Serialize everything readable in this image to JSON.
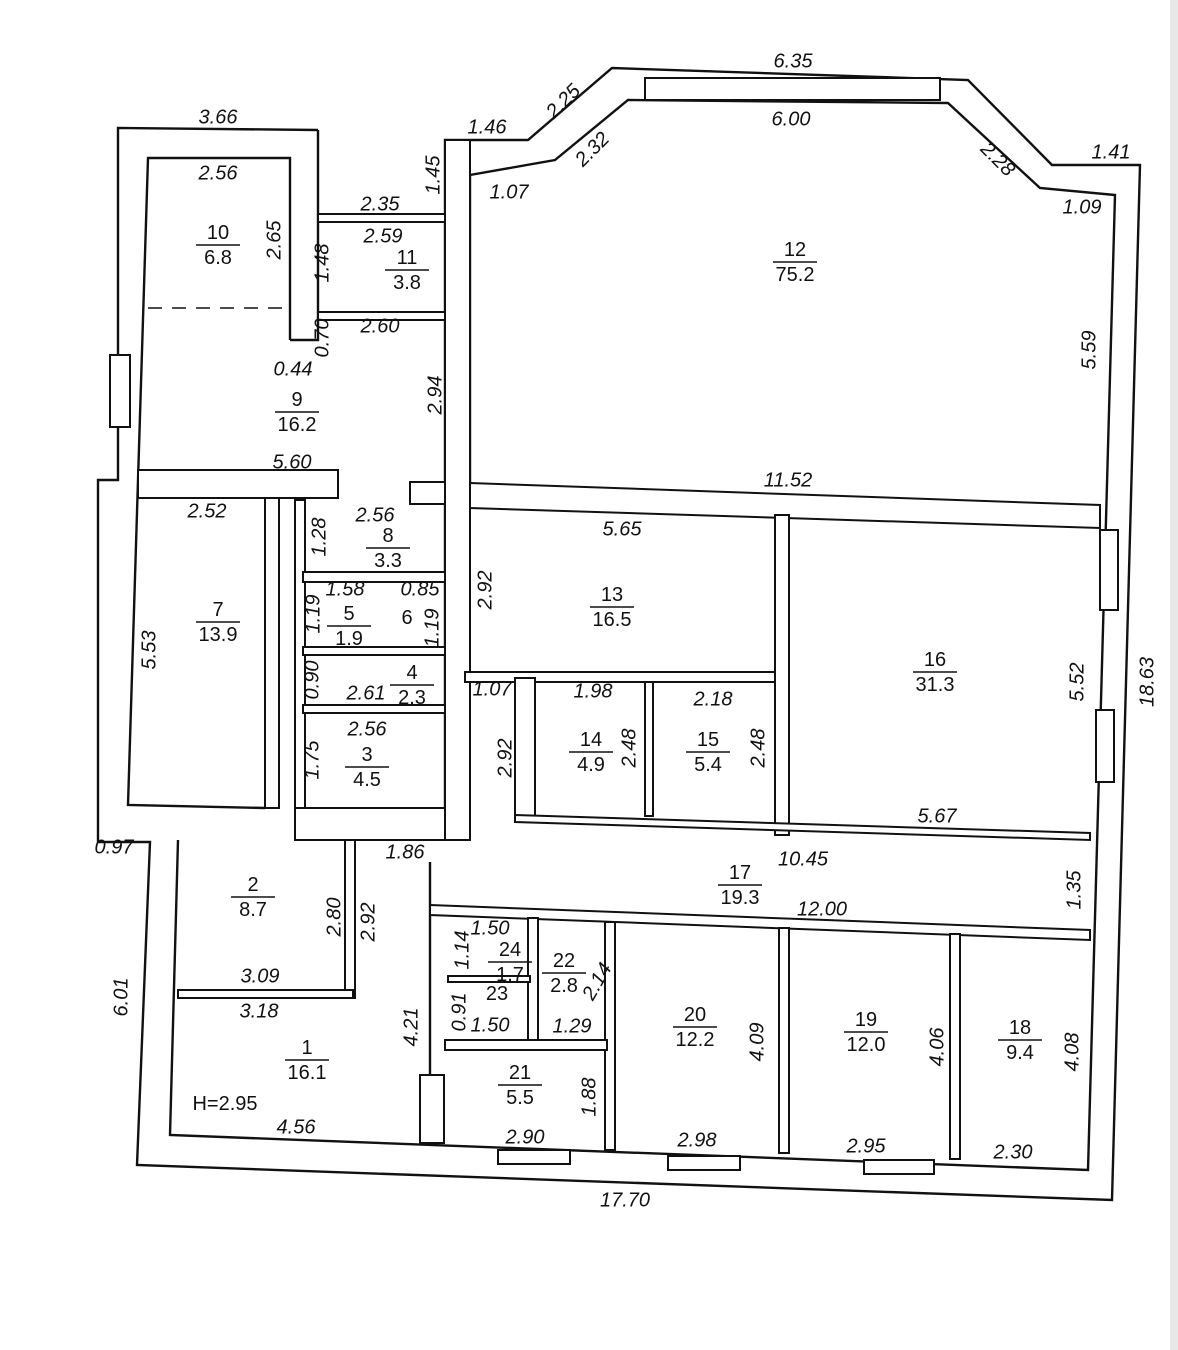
{
  "plan": {
    "ceiling_height": "H=2.95",
    "rooms": [
      {
        "number": "10",
        "area": "6.8"
      },
      {
        "number": "11",
        "area": "3.8"
      },
      {
        "number": "9",
        "area": "16.2"
      },
      {
        "number": "12",
        "area": "75.2"
      },
      {
        "number": "8",
        "area": "3.3"
      },
      {
        "number": "5",
        "area": "1.9"
      },
      {
        "number": "6",
        "area": ""
      },
      {
        "number": "7",
        "area": "13.9"
      },
      {
        "number": "13",
        "area": "16.5"
      },
      {
        "number": "16",
        "area": "31.3"
      },
      {
        "number": "4",
        "area": "2.3"
      },
      {
        "number": "14",
        "area": "4.9"
      },
      {
        "number": "15",
        "area": "5.4"
      },
      {
        "number": "3",
        "area": "4.5"
      },
      {
        "number": "17",
        "area": "19.3"
      },
      {
        "number": "2",
        "area": "8.7"
      },
      {
        "number": "24",
        "area": "1.7"
      },
      {
        "number": "22",
        "area": "2.8"
      },
      {
        "number": "23",
        "area": ""
      },
      {
        "number": "20",
        "area": "12.2"
      },
      {
        "number": "19",
        "area": "12.0"
      },
      {
        "number": "18",
        "area": "9.4"
      },
      {
        "number": "1",
        "area": "16.1"
      },
      {
        "number": "21",
        "area": "5.5"
      }
    ],
    "dimensions": [
      "3.66",
      "2.56",
      "2.65",
      "2.35",
      "2.59",
      "1.48",
      "1.45",
      "1.46",
      "2.25",
      "2.32",
      "6.35",
      "6.00",
      "2.28",
      "1.41",
      "1.07",
      "1.09",
      "5.59",
      "2.60",
      "0.70",
      "0.44",
      "2.94",
      "5.60",
      "11.52",
      "2.52",
      "2.56",
      "1.28",
      "5.65",
      "2.92",
      "1.58",
      "0.85",
      "1.19",
      "1.19",
      "5.53",
      "0.90",
      "2.61",
      "5.52",
      "18.63",
      "1.07",
      "1.98",
      "2.18",
      "2.56",
      "2.48",
      "2.48",
      "2.92",
      "1.75",
      "5.67",
      "0.97",
      "1.86",
      "10.45",
      "1.35",
      "12.00",
      "2.80",
      "2.92",
      "1.50",
      "1.14",
      "2.14",
      "3.09",
      "3.18",
      "6.01",
      "0.91",
      "1.50",
      "1.29",
      "4.21",
      "4.09",
      "4.06",
      "4.08",
      "1.88",
      "4.56",
      "2.90",
      "2.98",
      "2.95",
      "2.30",
      "17.70"
    ]
  }
}
